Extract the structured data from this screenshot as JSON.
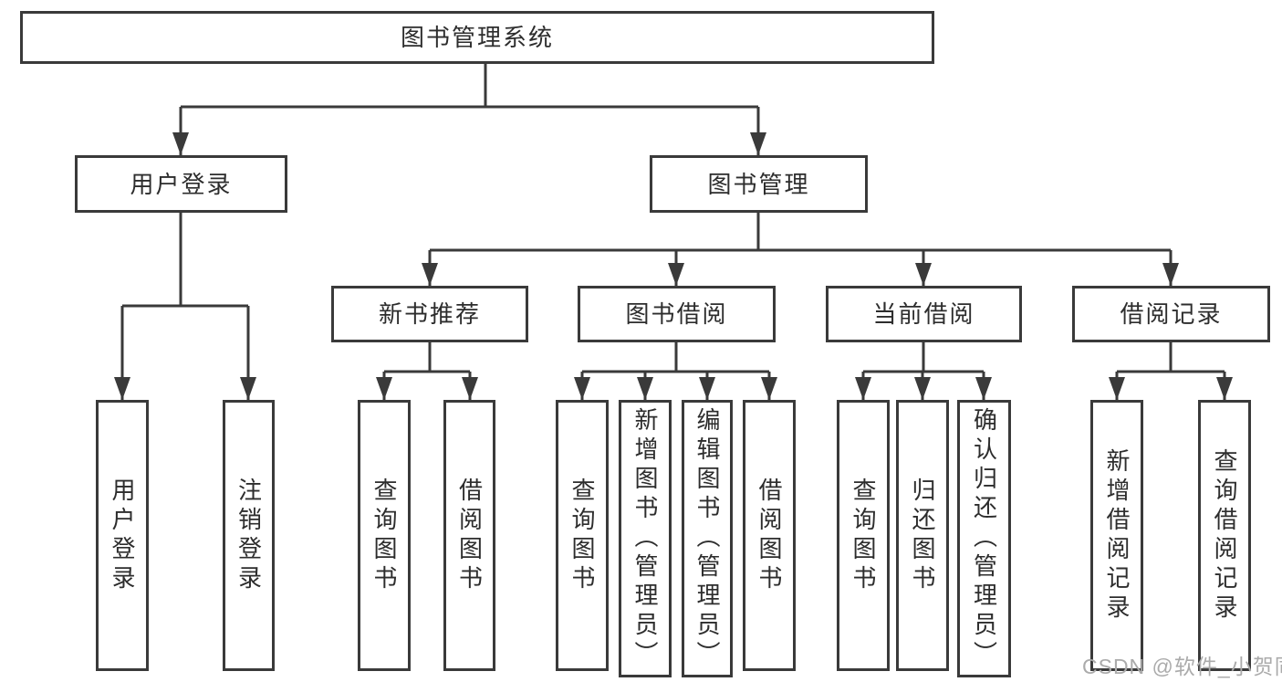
{
  "tree": {
    "root": {
      "label": "图书管理系统"
    },
    "user_login": {
      "label": "用户登录",
      "children": [
        {
          "label": "用户登录"
        },
        {
          "label": "注销登录"
        }
      ]
    },
    "book_mgmt": {
      "label": "图书管理",
      "groups": [
        {
          "label": "新书推荐",
          "children": [
            {
              "label": "查询图书"
            },
            {
              "label": "借阅图书"
            }
          ]
        },
        {
          "label": "图书借阅",
          "children": [
            {
              "label": "查询图书"
            },
            {
              "label": "新增图书（管理员）"
            },
            {
              "label": "编辑图书（管理员）"
            },
            {
              "label": "借阅图书"
            }
          ]
        },
        {
          "label": "当前借阅",
          "children": [
            {
              "label": "查询图书"
            },
            {
              "label": "归还图书"
            },
            {
              "label": "确认归还（管理员）"
            }
          ]
        },
        {
          "label": "借阅记录",
          "children": [
            {
              "label": "新增借阅记录"
            },
            {
              "label": "查询借阅记录"
            }
          ]
        }
      ]
    }
  },
  "watermark": {
    "text": "CSDN @软件_小贺同学"
  },
  "colors": {
    "line": "#3a3a3a",
    "text": "#2d2d2d",
    "box_bg": "#ffffff",
    "background": "#ffffff",
    "watermark": "#ababab"
  }
}
